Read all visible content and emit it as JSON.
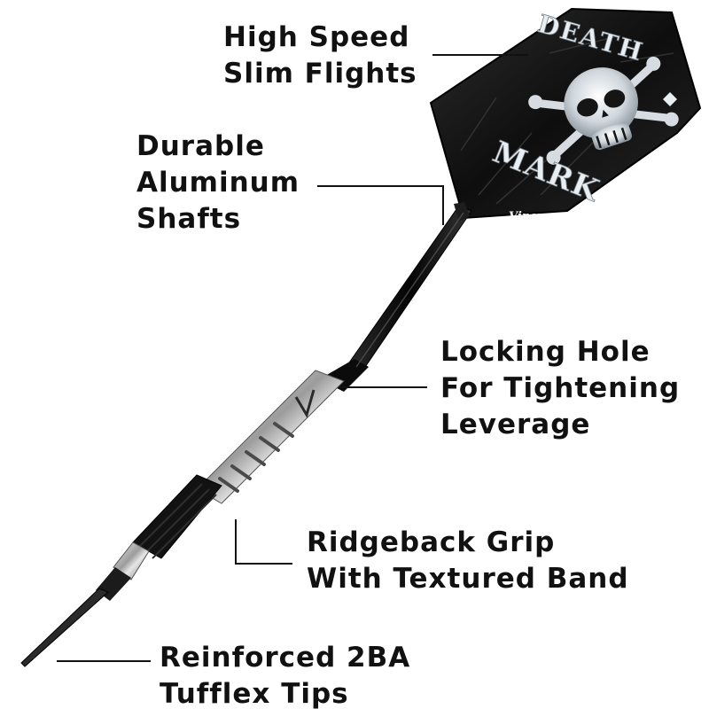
{
  "callouts": {
    "flights": {
      "line1": "High Speed",
      "line2": "Slim Flights"
    },
    "shafts": {
      "line1": "Durable",
      "line2": "Aluminum",
      "line3": "Shafts"
    },
    "locking": {
      "line1": "Locking Hole",
      "line2": "For Tightening",
      "line3": "Leverage"
    },
    "grip": {
      "line1": "Ridgeback Grip",
      "line2": "With Textured Band"
    },
    "tips": {
      "line1": "Reinforced 2BA",
      "line2": "Tufflex Tips"
    }
  },
  "flight_print": {
    "top_text": "DEATH",
    "bottom_text": "MARK",
    "brand": "Viper"
  },
  "colors": {
    "text": "#111111",
    "leader": "#111111",
    "flight": "#151515",
    "shaft": "#0c0c0c",
    "barrel": "#c8c8c8",
    "grip_band": "#151515"
  }
}
